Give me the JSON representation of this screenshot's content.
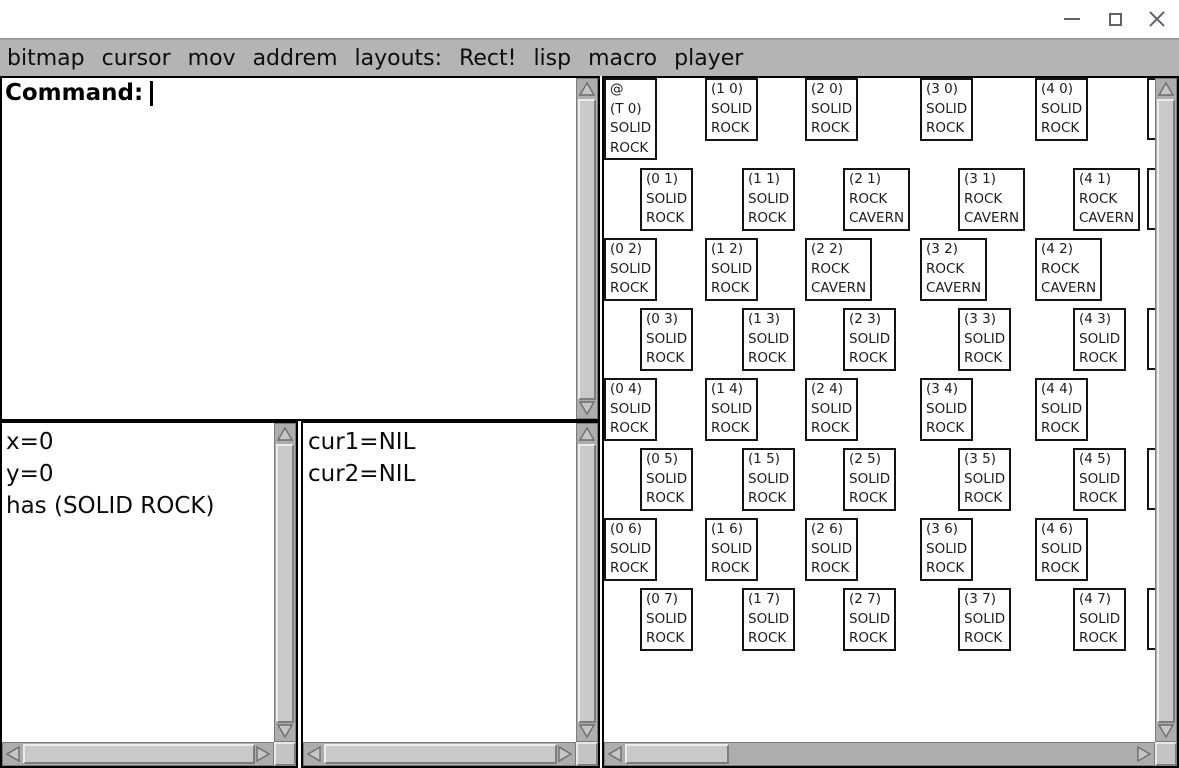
{
  "window": {
    "title": "",
    "controls": [
      "minimize",
      "maximize",
      "close"
    ]
  },
  "menu": {
    "items": [
      "bitmap",
      "cursor",
      "mov",
      "addrem",
      "layouts:",
      "Rect!",
      "lisp",
      "macro",
      "player"
    ]
  },
  "command_panel": {
    "prompt": "Command:"
  },
  "status_panel": {
    "lines": [
      "x=0",
      "y=0",
      "has (SOLID ROCK)"
    ]
  },
  "cursor_panel": {
    "lines": [
      "cur1=NIL",
      "cur2=NIL"
    ]
  },
  "grid": {
    "cells": [
      {
        "row": 0,
        "col": 0,
        "lines": [
          "@",
          "(T 0)",
          "SOLID",
          "ROCK"
        ]
      },
      {
        "row": 0,
        "col": 1,
        "lines": [
          "(1 0)",
          "SOLID",
          "ROCK"
        ]
      },
      {
        "row": 0,
        "col": 2,
        "lines": [
          "(2 0)",
          "SOLID",
          "ROCK"
        ]
      },
      {
        "row": 0,
        "col": 3,
        "lines": [
          "(3 0)",
          "SOLID",
          "ROCK"
        ]
      },
      {
        "row": 0,
        "col": 4,
        "lines": [
          "(4 0)",
          "SOLID",
          "ROCK"
        ]
      },
      {
        "row": 1,
        "col": 0,
        "lines": [
          "(0 1)",
          "SOLID",
          "ROCK"
        ]
      },
      {
        "row": 1,
        "col": 1,
        "lines": [
          "(1 1)",
          "SOLID",
          "ROCK"
        ]
      },
      {
        "row": 1,
        "col": 2,
        "lines": [
          "(2 1)",
          "ROCK",
          "CAVERN"
        ]
      },
      {
        "row": 1,
        "col": 3,
        "lines": [
          "(3 1)",
          "ROCK",
          "CAVERN"
        ]
      },
      {
        "row": 1,
        "col": 4,
        "lines": [
          "(4 1)",
          "ROCK",
          "CAVERN"
        ]
      },
      {
        "row": 2,
        "col": 0,
        "lines": [
          "(0 2)",
          "SOLID",
          "ROCK"
        ]
      },
      {
        "row": 2,
        "col": 1,
        "lines": [
          "(1 2)",
          "SOLID",
          "ROCK"
        ]
      },
      {
        "row": 2,
        "col": 2,
        "lines": [
          "(2 2)",
          "ROCK",
          "CAVERN"
        ]
      },
      {
        "row": 2,
        "col": 3,
        "lines": [
          "(3 2)",
          "ROCK",
          "CAVERN"
        ]
      },
      {
        "row": 2,
        "col": 4,
        "lines": [
          "(4 2)",
          "ROCK",
          "CAVERN"
        ]
      },
      {
        "row": 3,
        "col": 0,
        "lines": [
          "(0 3)",
          "SOLID",
          "ROCK"
        ]
      },
      {
        "row": 3,
        "col": 1,
        "lines": [
          "(1 3)",
          "SOLID",
          "ROCK"
        ]
      },
      {
        "row": 3,
        "col": 2,
        "lines": [
          "(2 3)",
          "SOLID",
          "ROCK"
        ]
      },
      {
        "row": 3,
        "col": 3,
        "lines": [
          "(3 3)",
          "SOLID",
          "ROCK"
        ]
      },
      {
        "row": 3,
        "col": 4,
        "lines": [
          "(4 3)",
          "SOLID",
          "ROCK"
        ]
      },
      {
        "row": 4,
        "col": 0,
        "lines": [
          "(0 4)",
          "SOLID",
          "ROCK"
        ]
      },
      {
        "row": 4,
        "col": 1,
        "lines": [
          "(1 4)",
          "SOLID",
          "ROCK"
        ]
      },
      {
        "row": 4,
        "col": 2,
        "lines": [
          "(2 4)",
          "SOLID",
          "ROCK"
        ]
      },
      {
        "row": 4,
        "col": 3,
        "lines": [
          "(3 4)",
          "SOLID",
          "ROCK"
        ]
      },
      {
        "row": 4,
        "col": 4,
        "lines": [
          "(4 4)",
          "SOLID",
          "ROCK"
        ]
      },
      {
        "row": 5,
        "col": 0,
        "lines": [
          "(0 5)",
          "SOLID",
          "ROCK"
        ]
      },
      {
        "row": 5,
        "col": 1,
        "lines": [
          "(1 5)",
          "SOLID",
          "ROCK"
        ]
      },
      {
        "row": 5,
        "col": 2,
        "lines": [
          "(2 5)",
          "SOLID",
          "ROCK"
        ]
      },
      {
        "row": 5,
        "col": 3,
        "lines": [
          "(3 5)",
          "SOLID",
          "ROCK"
        ]
      },
      {
        "row": 5,
        "col": 4,
        "lines": [
          "(4 5)",
          "SOLID",
          "ROCK"
        ]
      },
      {
        "row": 6,
        "col": 0,
        "lines": [
          "(0 6)",
          "SOLID",
          "ROCK"
        ]
      },
      {
        "row": 6,
        "col": 1,
        "lines": [
          "(1 6)",
          "SOLID",
          "ROCK"
        ]
      },
      {
        "row": 6,
        "col": 2,
        "lines": [
          "(2 6)",
          "SOLID",
          "ROCK"
        ]
      },
      {
        "row": 6,
        "col": 3,
        "lines": [
          "(3 6)",
          "SOLID",
          "ROCK"
        ]
      },
      {
        "row": 6,
        "col": 4,
        "lines": [
          "(4 6)",
          "SOLID",
          "ROCK"
        ]
      },
      {
        "row": 7,
        "col": 0,
        "lines": [
          "(0 7)",
          "SOLID",
          "ROCK"
        ]
      },
      {
        "row": 7,
        "col": 1,
        "lines": [
          "(1 7)",
          "SOLID",
          "ROCK"
        ]
      },
      {
        "row": 7,
        "col": 2,
        "lines": [
          "(2 7)",
          "SOLID",
          "ROCK"
        ]
      },
      {
        "row": 7,
        "col": 3,
        "lines": [
          "(3 7)",
          "SOLID",
          "ROCK"
        ]
      },
      {
        "row": 7,
        "col": 4,
        "lines": [
          "(4 7)",
          "SOLID",
          "ROCK"
        ]
      }
    ],
    "partial_cell_rows": [
      0,
      1,
      3,
      5,
      7
    ]
  },
  "colors": {
    "menubar_bg": "#b4b4b4",
    "titlebar_bg": "#ffffff",
    "window_control": "#5f6368",
    "panel_border": "#000000",
    "scroll_track": "#adadad",
    "scroll_thumb": "#c9c9c9",
    "cell_border": "#141414"
  }
}
